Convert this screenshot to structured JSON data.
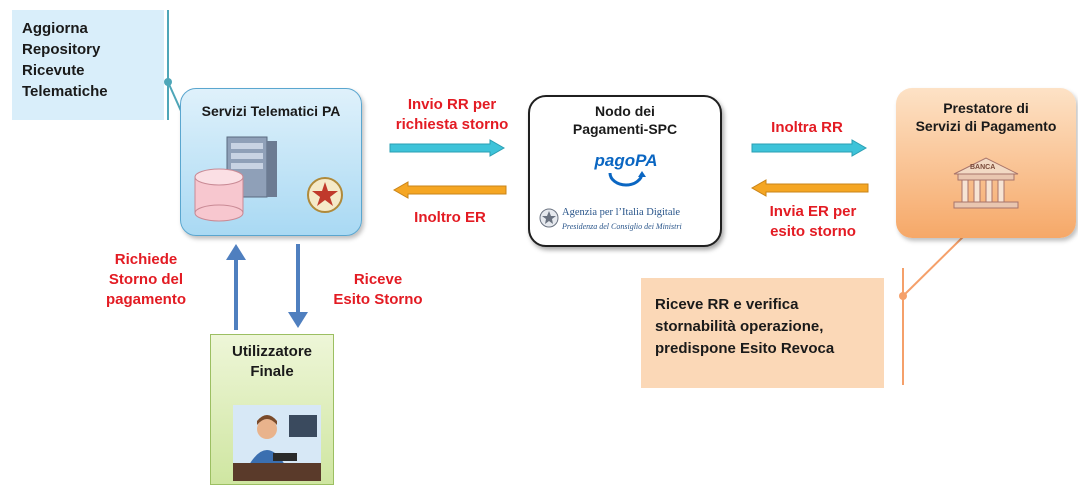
{
  "note_aggiorna": {
    "lines": [
      "Aggiorna",
      "Repository",
      "Ricevute",
      "Telematiche"
    ]
  },
  "servizi_pa": {
    "title": "Servizi Telematici PA"
  },
  "nodo": {
    "title_line1": "Nodo dei",
    "title_line2": "Pagamenti-SPC",
    "logo_text": "pagoPA",
    "agid_line1": "Agenzia per l’Italia Digitale",
    "agid_line2": "Presidenza del Consiglio dei Ministri"
  },
  "psp": {
    "title_line1": "Prestatore  di",
    "title_line2": "Servizi di Pagamento",
    "bank_label": "BANCA"
  },
  "labels": {
    "invio_rr": [
      "Invio RR per",
      "richiesta storno"
    ],
    "inoltro_er": "Inoltro ER",
    "inoltra_rr": "Inoltra RR",
    "invia_er": [
      "Invia ER per",
      "esito storno"
    ],
    "richiede": [
      "Richiede",
      "Storno del",
      "pagamento"
    ],
    "riceve": [
      "Riceve",
      "Esito Storno"
    ]
  },
  "utilizzatore": {
    "title_line1": "Utilizzatore",
    "title_line2": "Finale"
  },
  "psp_note": {
    "lines": [
      "Riceve RR e verifica",
      "stornabilità operazione,",
      "predispone  Esito Revoca"
    ]
  },
  "colors": {
    "arrow_blue": "#3ec3d9",
    "arrow_orange": "#f5a623",
    "label_red": "#e31b23",
    "vertical_arrow": "#4f7fbf"
  }
}
